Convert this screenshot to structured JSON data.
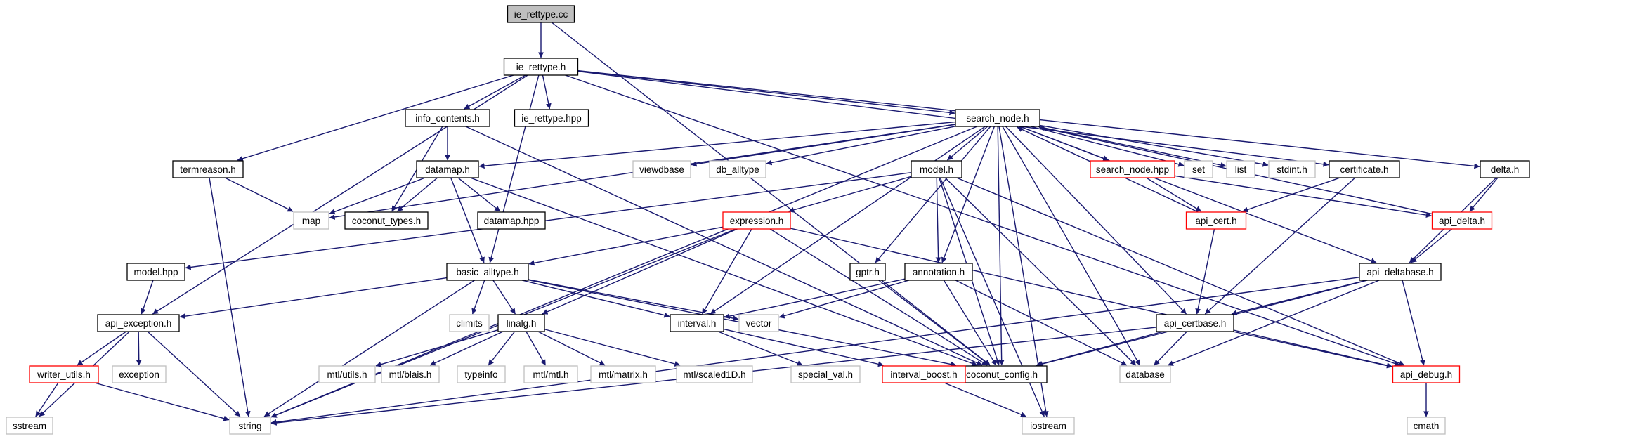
{
  "colors": {
    "edge": "#191970",
    "normal_border": "#000000",
    "missing_border": "#bfbfbf",
    "truncated_border": "#ff0000",
    "root_fill": "#bfbfbf",
    "fill": "#ffffff"
  },
  "nodes": [
    {
      "id": "ie_rettype_cc",
      "label": "ie_rettype.cc",
      "kind": "root"
    },
    {
      "id": "ie_rettype_h",
      "label": "ie_rettype.h",
      "kind": "normal"
    },
    {
      "id": "info_contents_h",
      "label": "info_contents.h",
      "kind": "normal"
    },
    {
      "id": "ie_rettype_hpp",
      "label": "ie_rettype.hpp",
      "kind": "normal"
    },
    {
      "id": "search_node_h",
      "label": "search_node.h",
      "kind": "normal"
    },
    {
      "id": "termreason_h",
      "label": "termreason.h",
      "kind": "normal"
    },
    {
      "id": "datamap_h",
      "label": "datamap.h",
      "kind": "normal"
    },
    {
      "id": "viewdbase",
      "label": "viewdbase",
      "kind": "missing"
    },
    {
      "id": "db_alltype",
      "label": "db_alltype",
      "kind": "missing"
    },
    {
      "id": "model_h",
      "label": "model.h",
      "kind": "normal"
    },
    {
      "id": "search_node_hpp",
      "label": "search_node.hpp",
      "kind": "truncated"
    },
    {
      "id": "set",
      "label": "set",
      "kind": "missing"
    },
    {
      "id": "list",
      "label": "list",
      "kind": "missing"
    },
    {
      "id": "stdint_h",
      "label": "stdint.h",
      "kind": "missing"
    },
    {
      "id": "certificate_h",
      "label": "certificate.h",
      "kind": "normal"
    },
    {
      "id": "delta_h",
      "label": "delta.h",
      "kind": "normal"
    },
    {
      "id": "map",
      "label": "map",
      "kind": "missing"
    },
    {
      "id": "coconut_types_h",
      "label": "coconut_types.h",
      "kind": "normal"
    },
    {
      "id": "datamap_hpp",
      "label": "datamap.hpp",
      "kind": "normal"
    },
    {
      "id": "expression_h",
      "label": "expression.h",
      "kind": "truncated"
    },
    {
      "id": "api_cert_h",
      "label": "api_cert.h",
      "kind": "truncated"
    },
    {
      "id": "api_delta_h",
      "label": "api_delta.h",
      "kind": "truncated"
    },
    {
      "id": "model_hpp",
      "label": "model.hpp",
      "kind": "normal"
    },
    {
      "id": "basic_alltype_h",
      "label": "basic_alltype.h",
      "kind": "normal"
    },
    {
      "id": "gptr_h",
      "label": "gptr.h",
      "kind": "normal"
    },
    {
      "id": "annotation_h",
      "label": "annotation.h",
      "kind": "normal"
    },
    {
      "id": "api_deltabase_h",
      "label": "api_deltabase.h",
      "kind": "normal"
    },
    {
      "id": "api_exception_h",
      "label": "api_exception.h",
      "kind": "normal"
    },
    {
      "id": "climits",
      "label": "climits",
      "kind": "missing"
    },
    {
      "id": "linalg_h",
      "label": "linalg.h",
      "kind": "normal"
    },
    {
      "id": "interval_h",
      "label": "interval.h",
      "kind": "normal"
    },
    {
      "id": "vector",
      "label": "vector",
      "kind": "missing"
    },
    {
      "id": "api_certbase_h",
      "label": "api_certbase.h",
      "kind": "normal"
    },
    {
      "id": "writer_utils_h",
      "label": "writer_utils.h",
      "kind": "truncated"
    },
    {
      "id": "exception",
      "label": "exception",
      "kind": "missing"
    },
    {
      "id": "mtl_utils_h",
      "label": "mtl/utils.h",
      "kind": "missing"
    },
    {
      "id": "mtl_blais_h",
      "label": "mtl/blais.h",
      "kind": "missing"
    },
    {
      "id": "typeinfo",
      "label": "typeinfo",
      "kind": "missing"
    },
    {
      "id": "mtl_mtl_h",
      "label": "mtl/mtl.h",
      "kind": "missing"
    },
    {
      "id": "mtl_matrix_h",
      "label": "mtl/matrix.h",
      "kind": "missing"
    },
    {
      "id": "mtl_scaled1D_h",
      "label": "mtl/scaled1D.h",
      "kind": "missing"
    },
    {
      "id": "coconut_config_h",
      "label": "coconut_config.h",
      "kind": "normal"
    },
    {
      "id": "special_val_h",
      "label": "special_val.h",
      "kind": "missing"
    },
    {
      "id": "interval_boost_h",
      "label": "interval_boost.h",
      "kind": "truncated"
    },
    {
      "id": "database",
      "label": "database",
      "kind": "missing"
    },
    {
      "id": "api_debug_h",
      "label": "api_debug.h",
      "kind": "truncated"
    },
    {
      "id": "sstream",
      "label": "sstream",
      "kind": "missing"
    },
    {
      "id": "string",
      "label": "string",
      "kind": "missing"
    },
    {
      "id": "iostream",
      "label": "iostream",
      "kind": "missing"
    },
    {
      "id": "cmath",
      "label": "cmath",
      "kind": "missing"
    }
  ],
  "edges": [
    [
      "ie_rettype_cc",
      "ie_rettype_h"
    ],
    [
      "ie_rettype_cc",
      "coconut_config_h"
    ],
    [
      "ie_rettype_h",
      "info_contents_h"
    ],
    [
      "ie_rettype_h",
      "ie_rettype_hpp"
    ],
    [
      "ie_rettype_h",
      "search_node_h"
    ],
    [
      "ie_rettype_h",
      "termreason_h"
    ],
    [
      "ie_rettype_h",
      "basic_alltype_h"
    ],
    [
      "ie_rettype_h",
      "api_exception_h"
    ],
    [
      "ie_rettype_h",
      "certificate_h"
    ],
    [
      "ie_rettype_h",
      "delta_h"
    ],
    [
      "ie_rettype_h",
      "api_debug_h"
    ],
    [
      "info_contents_h",
      "datamap_h"
    ],
    [
      "info_contents_h",
      "coconut_types_h"
    ],
    [
      "info_contents_h",
      "coconut_config_h"
    ],
    [
      "termreason_h",
      "map"
    ],
    [
      "termreason_h",
      "string"
    ],
    [
      "search_node_h",
      "viewdbase"
    ],
    [
      "search_node_h",
      "db_alltype"
    ],
    [
      "search_node_h",
      "datamap_h"
    ],
    [
      "search_node_h",
      "model_h"
    ],
    [
      "search_node_h",
      "search_node_hpp"
    ],
    [
      "search_node_h",
      "set"
    ],
    [
      "search_node_h",
      "list"
    ],
    [
      "search_node_h",
      "stdint_h"
    ],
    [
      "search_node_h",
      "map"
    ],
    [
      "search_node_h",
      "string"
    ],
    [
      "search_node_h",
      "gptr_h"
    ],
    [
      "search_node_h",
      "annotation_h"
    ],
    [
      "search_node_h",
      "interval_h"
    ],
    [
      "search_node_h",
      "coconut_config_h"
    ],
    [
      "search_node_h",
      "api_certbase_h"
    ],
    [
      "search_node_h",
      "api_deltabase_h"
    ],
    [
      "search_node_h",
      "database"
    ],
    [
      "search_node_h",
      "iostream"
    ],
    [
      "datamap_h",
      "map"
    ],
    [
      "datamap_h",
      "coconut_types_h"
    ],
    [
      "datamap_h",
      "datamap_hpp"
    ],
    [
      "datamap_h",
      "basic_alltype_h"
    ],
    [
      "datamap_h",
      "coconut_config_h"
    ],
    [
      "model_h",
      "expression_h"
    ],
    [
      "model_h",
      "model_hpp"
    ],
    [
      "model_h",
      "annotation_h"
    ],
    [
      "model_h",
      "coconut_config_h"
    ],
    [
      "model_h",
      "database"
    ],
    [
      "model_h",
      "iostream"
    ],
    [
      "model_h",
      "api_debug_h"
    ],
    [
      "search_node_hpp",
      "api_cert_h"
    ],
    [
      "search_node_hpp",
      "api_delta_h"
    ],
    [
      "api_cert_h",
      "search_node_h"
    ],
    [
      "api_cert_h",
      "api_certbase_h"
    ],
    [
      "certificate_h",
      "api_cert_h"
    ],
    [
      "certificate_h",
      "api_certbase_h"
    ],
    [
      "delta_h",
      "api_delta_h"
    ],
    [
      "delta_h",
      "api_deltabase_h"
    ],
    [
      "api_delta_h",
      "search_node_h"
    ],
    [
      "api_delta_h",
      "api_deltabase_h"
    ],
    [
      "expression_h",
      "basic_alltype_h"
    ],
    [
      "expression_h",
      "linalg_h"
    ],
    [
      "expression_h",
      "interval_h"
    ],
    [
      "expression_h",
      "coconut_config_h"
    ],
    [
      "expression_h",
      "string"
    ],
    [
      "expression_h",
      "api_debug_h"
    ],
    [
      "model_hpp",
      "api_exception_h"
    ],
    [
      "basic_alltype_h",
      "api_exception_h"
    ],
    [
      "basic_alltype_h",
      "climits"
    ],
    [
      "basic_alltype_h",
      "linalg_h"
    ],
    [
      "basic_alltype_h",
      "interval_h"
    ],
    [
      "basic_alltype_h",
      "vector"
    ],
    [
      "basic_alltype_h",
      "coconut_config_h"
    ],
    [
      "basic_alltype_h",
      "string"
    ],
    [
      "gptr_h",
      "coconut_config_h"
    ],
    [
      "annotation_h",
      "interval_h"
    ],
    [
      "annotation_h",
      "vector"
    ],
    [
      "annotation_h",
      "coconut_config_h"
    ],
    [
      "annotation_h",
      "database"
    ],
    [
      "api_deltabase_h",
      "api_certbase_h"
    ],
    [
      "api_deltabase_h",
      "coconut_config_h"
    ],
    [
      "api_deltabase_h",
      "database"
    ],
    [
      "api_deltabase_h",
      "api_debug_h"
    ],
    [
      "api_deltabase_h",
      "string"
    ],
    [
      "api_exception_h",
      "writer_utils_h"
    ],
    [
      "api_exception_h",
      "exception"
    ],
    [
      "api_exception_h",
      "sstream"
    ],
    [
      "api_exception_h",
      "string"
    ],
    [
      "linalg_h",
      "mtl_utils_h"
    ],
    [
      "linalg_h",
      "mtl_blais_h"
    ],
    [
      "linalg_h",
      "typeinfo"
    ],
    [
      "linalg_h",
      "mtl_mtl_h"
    ],
    [
      "linalg_h",
      "mtl_matrix_h"
    ],
    [
      "linalg_h",
      "mtl_scaled1D_h"
    ],
    [
      "interval_h",
      "special_val_h"
    ],
    [
      "interval_h",
      "interval_boost_h"
    ],
    [
      "interval_boost_h",
      "iostream"
    ],
    [
      "api_certbase_h",
      "coconut_config_h"
    ],
    [
      "api_certbase_h",
      "database"
    ],
    [
      "api_certbase_h",
      "api_debug_h"
    ],
    [
      "api_certbase_h",
      "string"
    ],
    [
      "writer_utils_h",
      "sstream"
    ],
    [
      "writer_utils_h",
      "string"
    ],
    [
      "api_debug_h",
      "cmath"
    ]
  ]
}
